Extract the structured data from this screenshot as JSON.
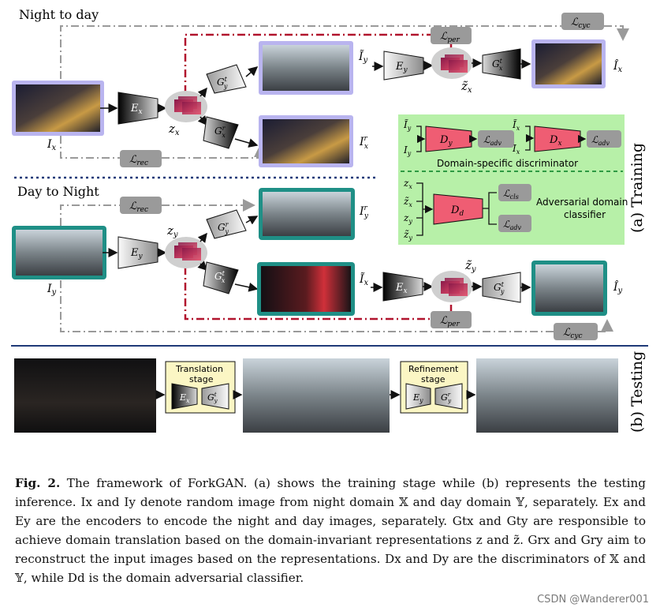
{
  "sections": {
    "night_to_day": "Night to day",
    "day_to_night": "Day to Night"
  },
  "side_labels": {
    "training": "(a) Training",
    "testing": "(b) Testing"
  },
  "labels": {
    "Ix": "I",
    "Ix_sub": "x",
    "Iy": "I",
    "Iy_sub": "y",
    "zx": "z",
    "zx_sub": "x",
    "zy": "z",
    "zy_sub": "y",
    "Ex": "E",
    "Ex_sub": "x",
    "Ey": "E",
    "Ey_sub": "y",
    "Gy_t": "G",
    "Gx_t": "G",
    "Gx_r": "G",
    "Gy_r": "G",
    "t_sup": "t",
    "r_sup": "r",
    "Dy": "D",
    "Dy_sub": "y",
    "Dx": "D",
    "Dx_sub": "x",
    "Dd": "D",
    "Dd_sub": "d",
    "Iy_tilde": "Ĩ",
    "Ix_tilde": "Ĩ",
    "Ix_hat": "Î",
    "Iy_hat": "Î",
    "Ix_r": "I",
    "Iy_r": "I",
    "zx_tilde": "z̃",
    "zy_tilde": "z̃"
  },
  "losses": {
    "cyc": "cyc",
    "per": "per",
    "rec": "rec",
    "adv": "adv",
    "cls": "cls",
    "L": "ℒ"
  },
  "discriminator": {
    "domain_specific": "Domain-specific discriminator",
    "adversarial_line1": "Adversarial domain",
    "adversarial_line2": "classifier"
  },
  "testing": {
    "translation_line1": "Translation",
    "translation_line2": "stage",
    "refinement_line1": "Refinement",
    "refinement_line2": "stage"
  },
  "caption": {
    "fig_label": "Fig. 2.",
    "line1": " The framework of ForkGAN. (a) shows the training stage while (b) represents",
    "line2": "the testing inference. I",
    "rest": "x and Iy denote random image from night domain 𝕏 and day domain 𝕐, separately. Ex and Ey are the encoders to encode the night and day images, separately. Gtx and Gty are responsible to achieve domain translation based on the domain-invariant representations z and z̃. Grx and Gry aim to reconstruct the input images based on the representations. Dx and Dy are the discriminators of 𝕏 and 𝕐, while Dd is the domain adversarial classifier."
  },
  "watermark": "CSDN @Wanderer001",
  "colors": {
    "lavender_border": "#b9b4ef",
    "teal_border": "#1f8f86",
    "green_panel": "#b7f0a8",
    "disc_red": "#ef5d73",
    "yellow_box": "#fbf6c4",
    "loss_gray": "#9a9a9a",
    "red_dash": "#b1142e",
    "navy_dots": "#1f3a78"
  }
}
